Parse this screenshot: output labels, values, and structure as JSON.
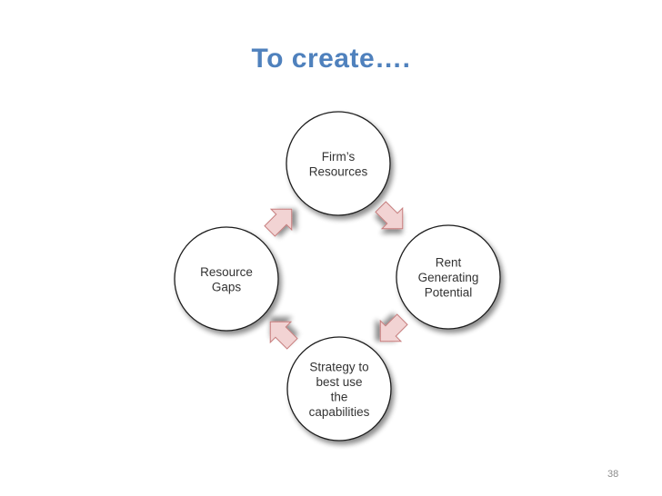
{
  "slide": {
    "title": "To create….",
    "page_number": "38"
  },
  "cycle": {
    "nodes": [
      {
        "id": "firms-resources",
        "lines": [
          "Firm’s",
          "Resources"
        ]
      },
      {
        "id": "rent-generating-potential",
        "lines": [
          "Rent",
          "Generating",
          "Potential"
        ]
      },
      {
        "id": "strategy",
        "lines": [
          "Strategy to",
          "best use",
          "the",
          "capabilities"
        ]
      },
      {
        "id": "resource-gaps",
        "lines": [
          "Resource",
          "Gaps"
        ]
      }
    ],
    "colors": {
      "node_fill": "#ffffff",
      "node_stroke": "#1f1f1f",
      "arrow_fill": "#f2d3d3",
      "arrow_stroke": "#c77b7b",
      "text": "#333333"
    }
  }
}
